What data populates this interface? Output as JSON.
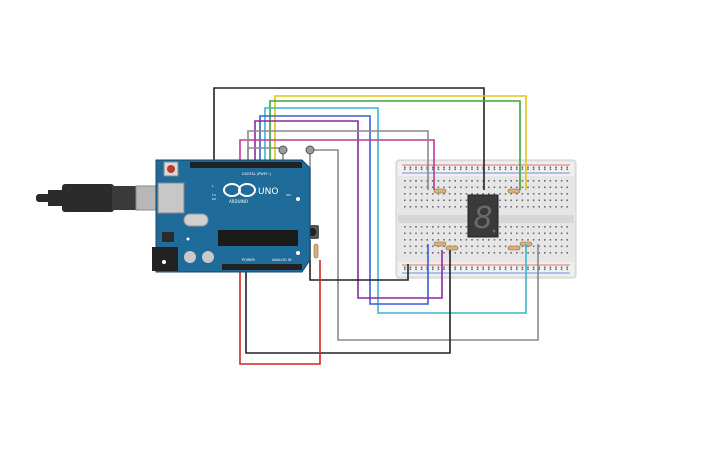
{
  "arduino": {
    "brand_text": "ARDUINO",
    "model_text": "UNO",
    "digital_label": "DIGITAL (PWM~)",
    "power_label": "POWER",
    "analog_label": "ANALOG IN",
    "on_label": "ON",
    "tx_label": "TX",
    "rx_label": "RX",
    "l_label": "L"
  },
  "seven_segment": {
    "digit": "8"
  },
  "colors": {
    "board": "#1f6b9a",
    "breadboard": "#e8e8e8",
    "usb": "#2b2b2b",
    "wire_black": "#222222",
    "wire_yellow": "#e6c21a",
    "wire_green": "#3aa53a",
    "wire_cyan": "#3bb6c9",
    "wire_blue": "#3a5fd0",
    "wire_purple": "#8a2aa0",
    "wire_magenta": "#c0399a",
    "wire_gray": "#8a8a8a",
    "wire_red": "#d42424"
  },
  "icons": [
    "usb-cable-icon",
    "reset-button-icon",
    "push-button-icon",
    "resistor-icon",
    "seven-segment-display-icon"
  ]
}
